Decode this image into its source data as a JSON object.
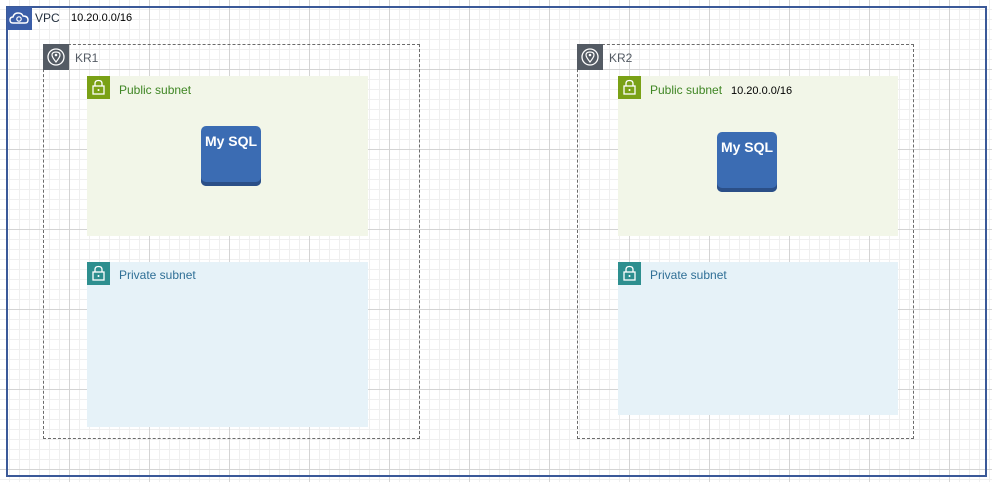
{
  "vpc": {
    "label": "VPC",
    "cidr": "10.20.0.0/16"
  },
  "regions": [
    {
      "label": "KR1",
      "public_subnet": {
        "label": "Public subnet",
        "db_label": "My SQL"
      },
      "private_subnet": {
        "label": "Private subnet"
      }
    },
    {
      "label": "KR2",
      "public_subnet": {
        "label": "Public subnet",
        "cidr": "10.20.0.0/16",
        "db_label": "My SQL"
      },
      "private_subnet": {
        "label": "Private subnet"
      }
    }
  ],
  "colors": {
    "vpc_border": "#3b5998",
    "region_border": "#6b6b6b",
    "public_fill": "#f2f6e8",
    "private_fill": "#e6f2f8",
    "public_icon": "#7aa116",
    "private_icon": "#2e8f8f",
    "db_fill": "#3b6cb3"
  },
  "icons": {
    "vpc": "cloud-icon",
    "region": "location-pin-icon",
    "subnet": "lock-icon"
  }
}
